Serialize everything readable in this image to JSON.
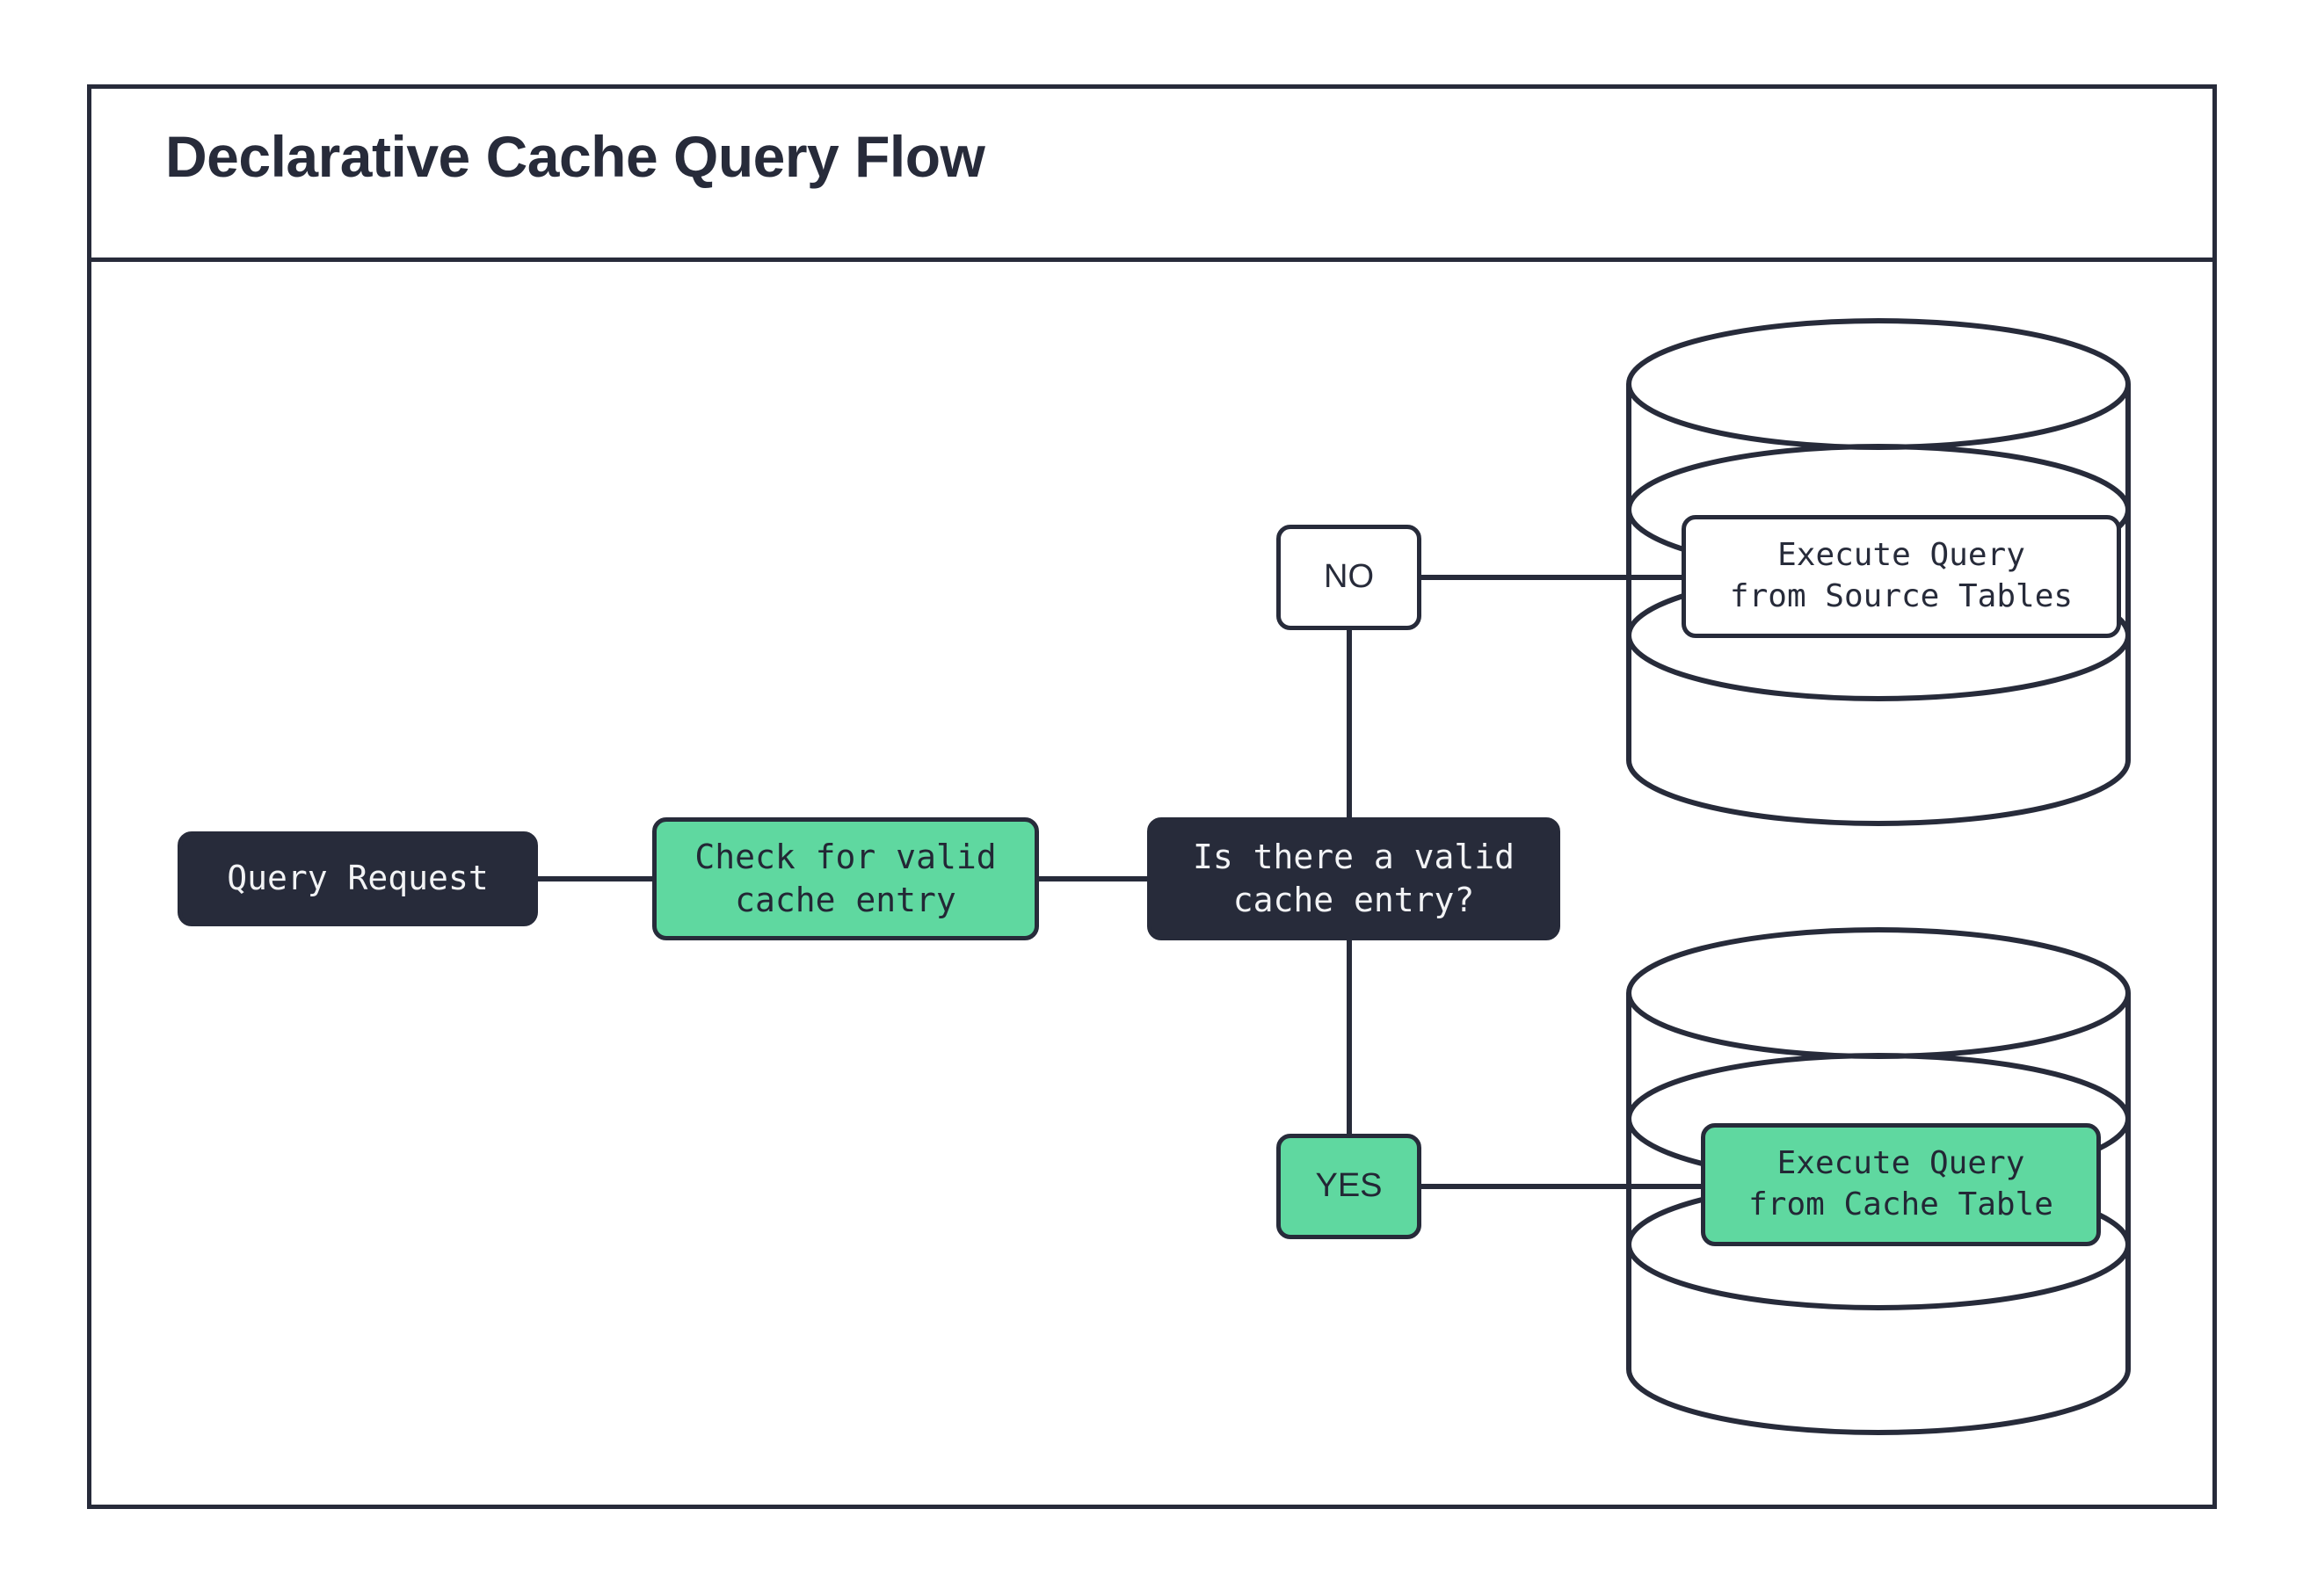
{
  "diagram": {
    "title": "Declarative Cache Query Flow",
    "colors": {
      "dark": "#272B3A",
      "green": "#5FD8A0",
      "white": "#FFFFFF",
      "text_light": "#F2F3F5",
      "stroke": "#272B3A"
    },
    "nodes": {
      "query_request": {
        "label": "Query Request",
        "style": "dark"
      },
      "check_cache": {
        "label": "Check for valid\ncache entry",
        "style": "green"
      },
      "decision": {
        "label": "Is there a valid\ncache entry?",
        "style": "dark"
      },
      "label_no": {
        "label": "NO",
        "style": "white"
      },
      "label_yes": {
        "label": "YES",
        "style": "green"
      },
      "source_tables": {
        "label": "Execute Query\nfrom Source Tables",
        "style": "white"
      },
      "cache_table": {
        "label": "Execute Query\nfrom Cache Table",
        "style": "green"
      }
    },
    "databases": {
      "source": {
        "name": "source-tables-database"
      },
      "cache": {
        "name": "cache-table-database"
      }
    },
    "edges": [
      {
        "from": "query_request",
        "to": "check_cache"
      },
      {
        "from": "check_cache",
        "to": "decision"
      },
      {
        "from": "decision",
        "to": "label_no",
        "branch": "NO"
      },
      {
        "from": "label_no",
        "to": "source_tables"
      },
      {
        "from": "decision",
        "to": "label_yes",
        "branch": "YES"
      },
      {
        "from": "label_yes",
        "to": "cache_table"
      }
    ]
  }
}
